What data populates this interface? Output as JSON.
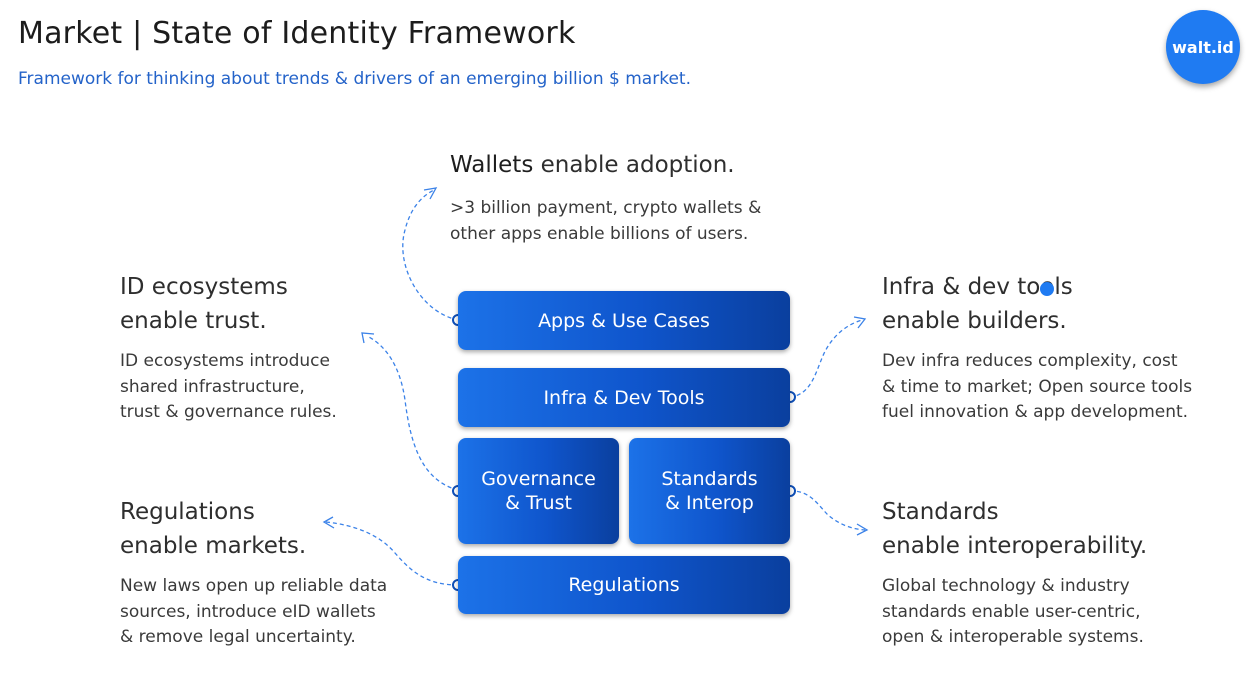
{
  "header": {
    "title_bold": "Market",
    "title_sep": "|",
    "title_rest": "State of Identity Framework",
    "subtitle": "Framework for thinking about trends & drivers of an emerging billion $ market."
  },
  "logo": {
    "text": "walt.id",
    "color": "#1f7bf2"
  },
  "blocks": {
    "apps": "Apps & Use Cases",
    "infra": "Infra & Dev Tools",
    "governance": [
      "Governance",
      "& Trust"
    ],
    "standards": [
      "Standards",
      "& Interop"
    ],
    "regulations": "Regulations"
  },
  "sections": {
    "wallets": {
      "heading_bold": "Wallets",
      "heading_rest": "enable adoption.",
      "desc": [
        ">3 billion payment, crypto wallets &",
        "other apps enable billions of users."
      ]
    },
    "id_ecosystems": {
      "heading": [
        "ID ecosystems",
        "enable trust."
      ],
      "desc": [
        "ID ecosystems introduce",
        "shared infrastructure,",
        "trust & governance rules."
      ]
    },
    "infra": {
      "heading": [
        "Infra & dev tools",
        "enable builders."
      ],
      "desc": [
        "Dev infra reduces complexity, cost",
        "& time to market; Open source tools",
        "fuel innovation & app development."
      ]
    },
    "regulations": {
      "heading": [
        "Regulations",
        "enable markets."
      ],
      "desc": [
        "New laws open up reliable data",
        "sources, introduce eID wallets",
        "& remove legal uncertainty."
      ]
    },
    "standards": {
      "heading": [
        "Standards",
        "enable interoperability."
      ],
      "desc": [
        "Global technology & industry",
        "standards enable user-centric,",
        "open & interoperable systems."
      ]
    }
  },
  "colors": {
    "accent": "#2463c9",
    "block_start": "#1c72e8",
    "block_end": "#0a3f9e",
    "connector": "#3b82e8"
  }
}
